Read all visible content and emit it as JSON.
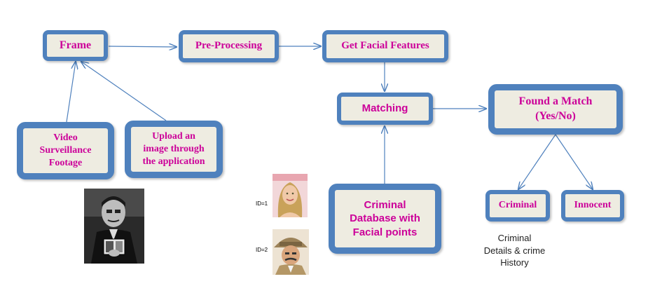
{
  "nodes": {
    "frame": "Frame",
    "preprocessing": "Pre-Processing",
    "get_features": "Get Facial Features",
    "matching": "Matching",
    "found_match": "Found a Match\n(Yes/No)",
    "video": "Video\nSurveillance\nFootage",
    "upload": "Upload an\nimage through\nthe application",
    "database": "Criminal\nDatabase with\nFacial  points",
    "criminal": "Criminal",
    "innocent": "Innocent"
  },
  "notes": {
    "criminal_details": "Criminal\nDetails & crime\nHistory"
  },
  "ids": {
    "id1": "ID=1",
    "id2": "ID=2"
  },
  "colors": {
    "box_border": "#4f81bd",
    "box_fill": "#eeece1",
    "text": "#cc0099",
    "arrow": "#4f81bd"
  }
}
